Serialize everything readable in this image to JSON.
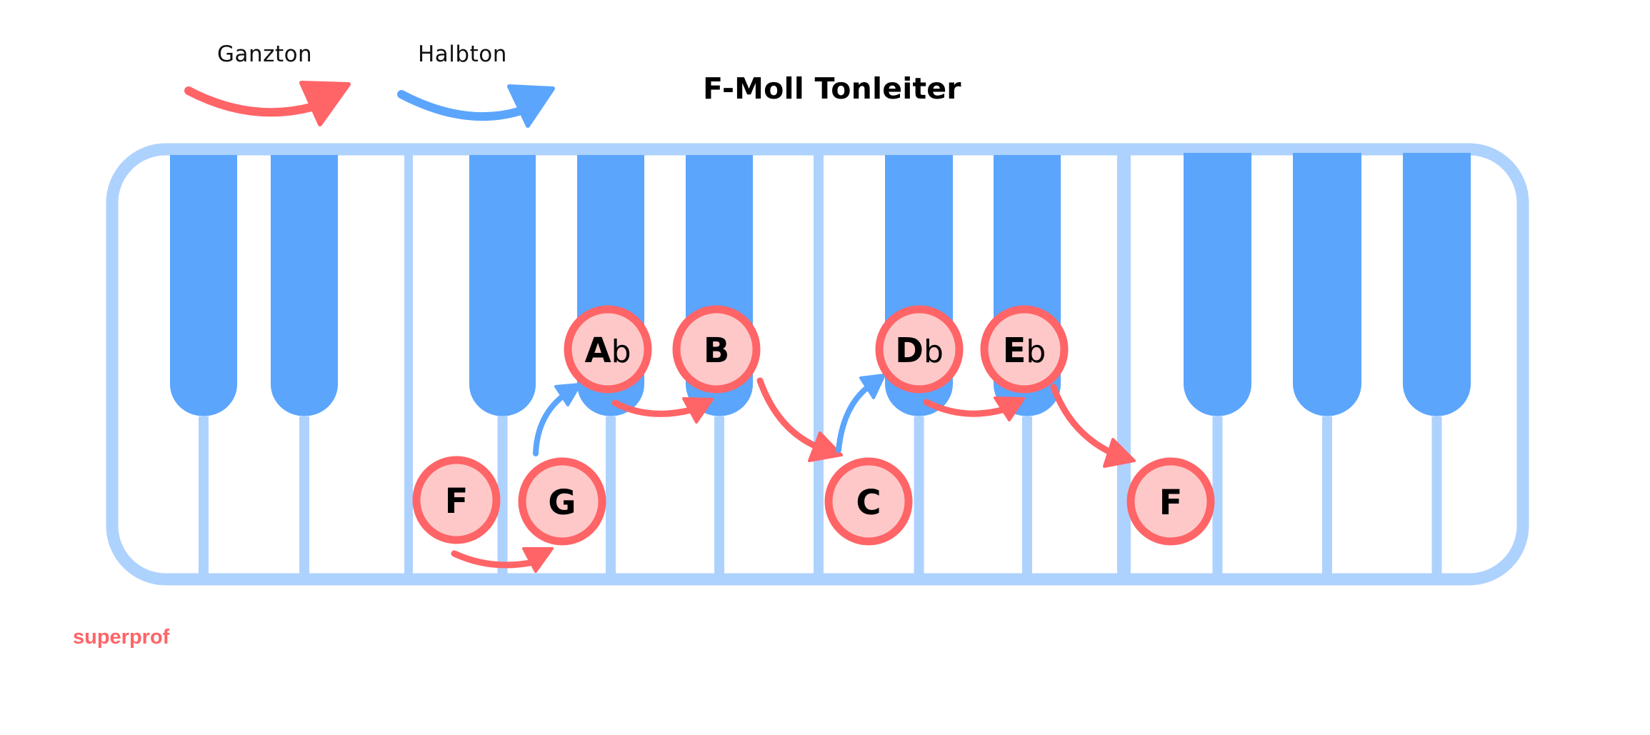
{
  "title": "F-Moll Tonleiter",
  "legend": {
    "whole_step": {
      "label": "Ganzton",
      "color": "#ff6467"
    },
    "half_step": {
      "label": "Halbton",
      "color": "#5ba5fd"
    }
  },
  "colors": {
    "frame": "#aed2fe",
    "black_key": "#5ba5fd",
    "note_ring": "#ff6467",
    "note_fill": "#fec8c8",
    "note_text": "#000000"
  },
  "scale_notes": [
    {
      "letter": "F",
      "accidental": ""
    },
    {
      "letter": "G",
      "accidental": ""
    },
    {
      "letter": "A",
      "accidental": "b"
    },
    {
      "letter": "B",
      "accidental": ""
    },
    {
      "letter": "C",
      "accidental": ""
    },
    {
      "letter": "D",
      "accidental": "b"
    },
    {
      "letter": "E",
      "accidental": "b"
    },
    {
      "letter": "F",
      "accidental": ""
    }
  ],
  "steps": [
    "Ganzton",
    "Halbton",
    "Ganzton",
    "Ganzton",
    "Halbton",
    "Ganzton",
    "Ganzton"
  ],
  "logo": "superprof"
}
